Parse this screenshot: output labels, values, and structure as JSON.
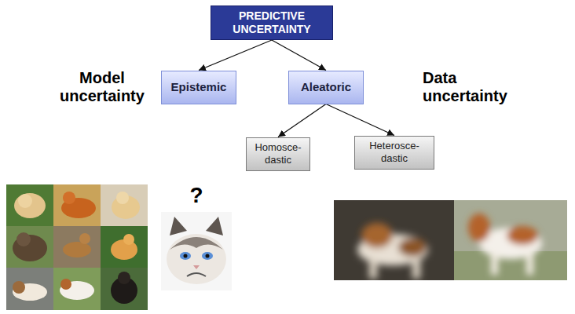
{
  "diagram": {
    "nodes": [
      {
        "text": [
          "PREDICTIVE UNCERTAINTY"
        ]
      },
      {
        "text": [
          "Epistemic"
        ]
      },
      {
        "text": [
          "Aleatoric"
        ]
      },
      {
        "text": [
          "Homosce- dastic"
        ]
      },
      {
        "text": [
          "Heterosce- dastic"
        ]
      }
    ],
    "edges": [
      {
        "from": 0,
        "to": 1,
        "arrow": "to"
      },
      {
        "from": 0,
        "to": 2,
        "arrow": "to"
      },
      {
        "from": 2,
        "to": 3,
        "arrow": "to"
      },
      {
        "from": 2,
        "to": 4,
        "arrow": "to"
      }
    ],
    "labels": [
      "Model uncertainty",
      "Data uncertainty",
      "?"
    ]
  }
}
